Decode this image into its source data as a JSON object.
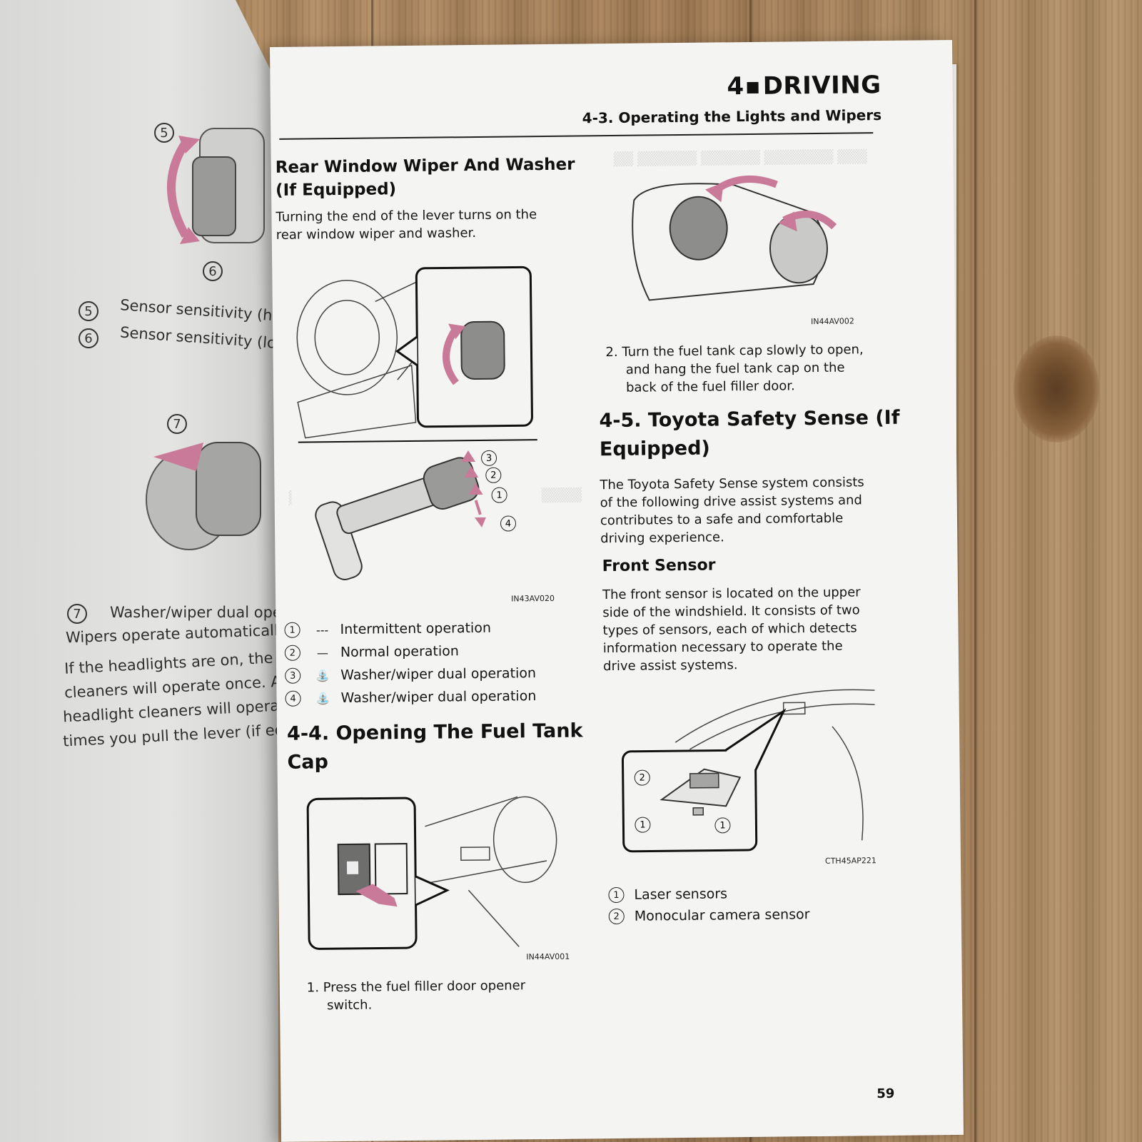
{
  "left_page": {
    "callouts": [
      "5",
      "6",
      "7"
    ],
    "items": [
      {
        "num": "5",
        "text": "Sensor sensitivity (high)"
      },
      {
        "num": "6",
        "text": "Sensor sensitivity (low)"
      }
    ],
    "item7_num": "7",
    "item7_line1": "Washer/wiper dual opera",
    "item7_line2": "Wipers operate automatically",
    "para_lines": [
      "If the headlights are on, the hea",
      "cleaners will operate once. And",
      "headlight cleaners will operate",
      "times you pull the lever (if equi"
    ]
  },
  "header": {
    "chapter_num": "4",
    "chapter_title": "DRIVING",
    "section": "4-3. Operating the Lights and Wipers"
  },
  "rear_wiper": {
    "heading_line1": "Rear Window Wiper And Washer",
    "heading_line2": "(If Equipped)",
    "body_line1": "Turning the end of the lever turns on the",
    "body_line2": "rear window wiper and washer.",
    "figure_code": "IN43AV020",
    "callouts": [
      "3",
      "2",
      "1",
      "4"
    ],
    "items": [
      {
        "num": "1",
        "symbol": "---",
        "text": "Intermittent operation"
      },
      {
        "num": "2",
        "symbol": "—",
        "text": "Normal operation"
      },
      {
        "num": "3",
        "symbol": "washer-icon",
        "text": "Washer/wiper dual operation"
      },
      {
        "num": "4",
        "symbol": "washer-icon",
        "text": "Washer/wiper dual operation"
      }
    ]
  },
  "fuel_cap": {
    "heading_line1": "4-4. Opening The Fuel Tank",
    "heading_line2": "Cap",
    "figure1_code": "IN44AV001",
    "step1_line1": "1. Press the fuel filler door opener",
    "step1_line2": "switch.",
    "figure2_code": "IN44AV002",
    "step2_line1": "2. Turn the fuel tank cap slowly to open,",
    "step2_line2": "and hang the fuel tank cap on the",
    "step2_line3": "back of the fuel filler door."
  },
  "safety_sense": {
    "heading_line1": "4-5. Toyota Safety Sense (If",
    "heading_line2": "Equipped)",
    "body_lines": [
      "The Toyota Safety Sense system consists",
      "of the following drive assist systems and",
      "contributes to a safe and comfortable",
      "driving experience."
    ],
    "front_sensor_heading": "Front Sensor",
    "front_sensor_lines": [
      "The front sensor is located on the upper",
      "side of the windshield. It consists of two",
      "types of sensors, each of which detects",
      "information necessary to operate the",
      "drive assist systems."
    ],
    "figure_code": "CTH45AP221",
    "figure_callouts": [
      "2",
      "1",
      "1"
    ],
    "items": [
      {
        "num": "1",
        "text": "Laser sensors"
      },
      {
        "num": "2",
        "text": "Monocular camera sensor"
      }
    ]
  },
  "page_number": "59",
  "colors": {
    "accent_pink": "#c97a98",
    "page": "#f4f4f2",
    "text": "#111111"
  }
}
